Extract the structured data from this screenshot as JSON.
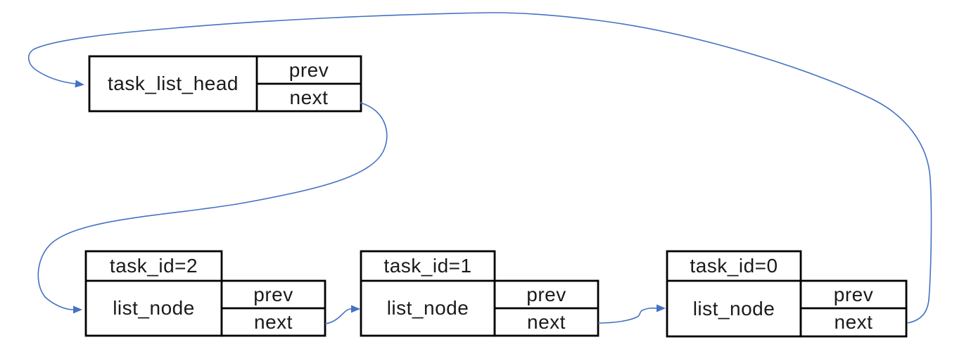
{
  "diagram": {
    "type": "doubly-linked-list",
    "head": {
      "label": "task_list_head",
      "prev_label": "prev",
      "next_label": "next"
    },
    "nodes": [
      {
        "id_label": "task_id=2",
        "body_label": "list_node",
        "prev_label": "prev",
        "next_label": "next"
      },
      {
        "id_label": "task_id=1",
        "body_label": "list_node",
        "prev_label": "prev",
        "next_label": "next"
      },
      {
        "id_label": "task_id=0",
        "body_label": "list_node",
        "prev_label": "prev",
        "next_label": "next"
      }
    ],
    "edges": [
      {
        "from": "task_list_head.next",
        "to": "task_id=2.list_node"
      },
      {
        "from": "task_id=2.next",
        "to": "task_id=1.list_node"
      },
      {
        "from": "task_id=1.next",
        "to": "task_id=0.list_node"
      },
      {
        "from": "task_id=0.next",
        "to": "task_list_head"
      }
    ],
    "colors": {
      "arrow": "#4472C4",
      "border": "#000000",
      "text": "#1a1a1a",
      "background": "#ffffff"
    }
  }
}
